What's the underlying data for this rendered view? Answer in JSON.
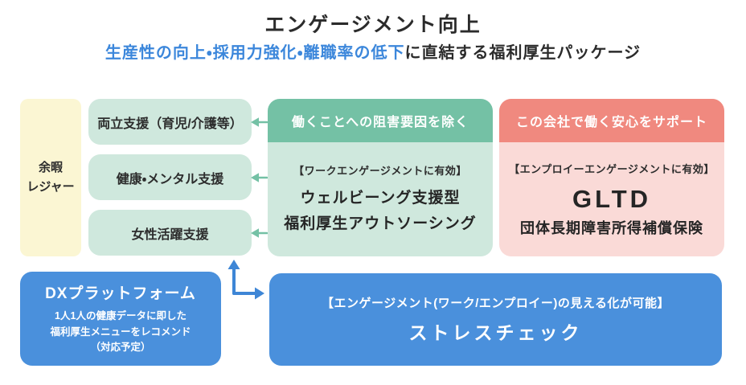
{
  "header": {
    "title": "エンゲージメント向上",
    "subtitle_highlight": "生産性の向上・採用力強化・離職率の低下",
    "subtitle_rest": "に直結する福利厚生パッケージ"
  },
  "leisure_box": {
    "line1": "余暇",
    "line2": "レジャー"
  },
  "support_boxes": [
    {
      "label": "両立支援（育児/介護等）"
    },
    {
      "label": "健康・メンタル支援"
    },
    {
      "label": "女性活躍支援"
    }
  ],
  "work_card": {
    "header": "働くことへの阻害要因を除く",
    "tag": "【ワークエンゲージメントに有効】",
    "title_line1": "ウェルビーング支援型",
    "title_line2": "福利厚生アウトソーシング"
  },
  "employee_card": {
    "header": "この会社で働く安心をサポート",
    "tag": "【エンプロイーエンゲージメントに有効】",
    "title": "GLTD",
    "subtitle": "団体長期障害所得補償保険"
  },
  "dx_box": {
    "title": "DXプラットフォーム",
    "line1": "1人1人の健康データに即した",
    "line2": "福利厚生メニューをレコメンド",
    "line3": "（対応予定）"
  },
  "stress_box": {
    "tag": "【エンゲージメント(ワーク/エンプロイー)の見える化が可能】",
    "title": "ストレスチェック"
  },
  "icons": {
    "left_arrow": "left-arrow",
    "elbow_arrow": "elbow-up-right-arrow"
  },
  "colors": {
    "accent_blue": "#4a90dc",
    "arrow_blue": "#3e86d6",
    "subtitle_blue": "#3c87db",
    "green_header": "#74c1a5",
    "green_light": "#cfe8dd",
    "red_header": "#f0897f",
    "red_light": "#fadad7",
    "yellow_light": "#fbf6d3",
    "text_dark": "#2b2b2b"
  }
}
